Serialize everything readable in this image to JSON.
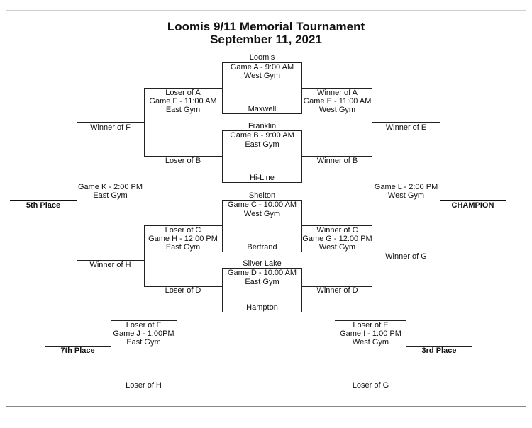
{
  "header": {
    "title": "Loomis 9/11 Memorial Tournament",
    "date": "September 11, 2021"
  },
  "games": {
    "A": {
      "team_top": "Loomis",
      "line1": "Game A - 9:00 AM",
      "line2": "West Gym",
      "team_bottom": "Maxwell"
    },
    "B": {
      "team_top": "Franklin",
      "line1": "Game B - 9:00 AM",
      "line2": "East Gym",
      "team_bottom": "Hi-Line"
    },
    "C": {
      "team_top": "Shelton",
      "line1": "Game C - 10:00 AM",
      "line2": "West Gym",
      "team_bottom": "Bertrand"
    },
    "D": {
      "team_top": "Silver Lake",
      "line1": "Game D - 10:00 AM",
      "line2": "East Gym",
      "team_bottom": "Hampton"
    },
    "E": {
      "top": "Winner of A",
      "line1": "Game E - 11:00 AM",
      "line2": "West Gym",
      "bottom": "Winner of B"
    },
    "F": {
      "top": "Loser of A",
      "line1": "Game F - 11:00 AM",
      "line2": "East Gym",
      "bottom": "Loser of B"
    },
    "G": {
      "top": "Winner of C",
      "line1": "Game G - 12:00 PM",
      "line2": "West Gym",
      "bottom": "Winner of D"
    },
    "H": {
      "top": "Loser of C",
      "line1": "Game H - 12:00 PM",
      "line2": "East Gym",
      "bottom": "Loser of D"
    },
    "K": {
      "top": "Winner of F",
      "line1": "Game K - 2:00 PM",
      "line2": "East Gym",
      "bottom": "Winner of H"
    },
    "L": {
      "top": "Winner of E",
      "line1": "Game L - 2:00 PM",
      "line2": "West Gym",
      "bottom": "Winner of G"
    },
    "J": {
      "top": "Loser of F",
      "line1": "Game J - 1:00PM",
      "line2": "East Gym",
      "bottom": "Loser of H"
    },
    "I": {
      "top": "Loser of E",
      "line1": "Game I - 1:00 PM",
      "line2": "West Gym",
      "bottom": "Loser of G"
    }
  },
  "places": {
    "fifth": "5th Place",
    "champion": "CHAMPION",
    "seventh": "7th Place",
    "third": "3rd Place"
  }
}
